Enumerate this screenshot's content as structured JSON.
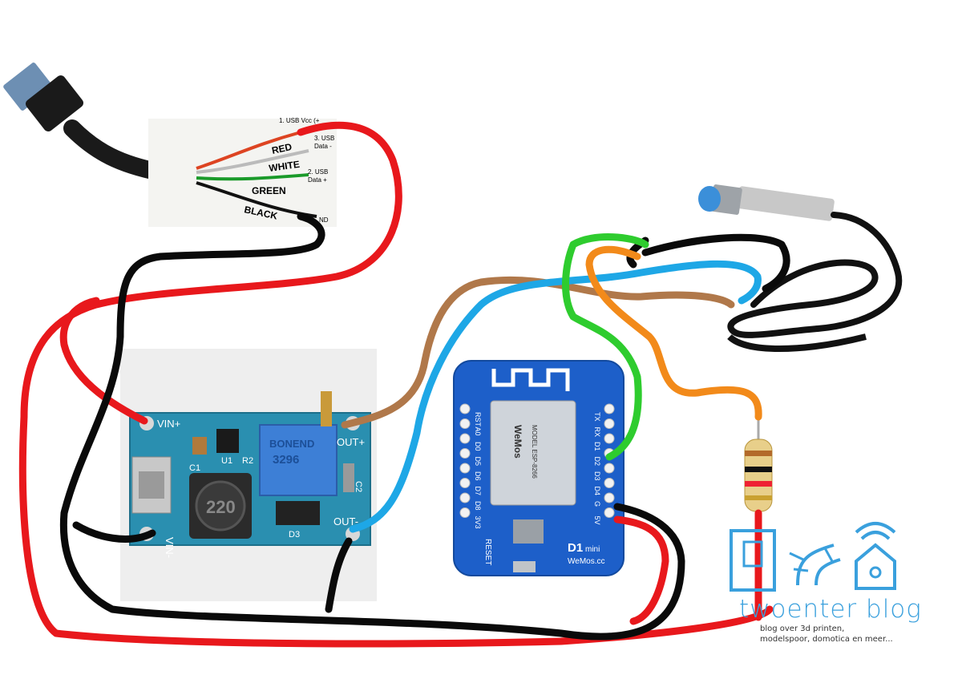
{
  "usb_labels": {
    "pin1": "1. USB Vcc (+",
    "pin3": "3. USB",
    "pin3b": "Data -",
    "pin2": "2. USB",
    "pin2b": "Data +",
    "gnd": "ND",
    "red": "RED",
    "white": "WHITE",
    "green": "GREEN",
    "black": "BLACK"
  },
  "boost": {
    "vin_plus": "VIN+",
    "vin_minus": "VIN-",
    "out_plus": "OUT+",
    "out_minus": "OUT-",
    "c1": "C1",
    "u1": "U1",
    "r2": "R2",
    "c2": "C2",
    "d3": "D3",
    "inductor": "220",
    "pot_brand": "BONEND",
    "pot_model": "3296"
  },
  "wemos": {
    "left_pins": [
      "RST",
      "A0",
      "D0",
      "D5",
      "D6",
      "D7",
      "D8",
      "3V3"
    ],
    "right_pins": [
      "TX",
      "RX",
      "D1",
      "D2",
      "D3",
      "D4",
      "G",
      "5V"
    ],
    "module_model": "MODEL ESP-8266",
    "module_brand": "WeMos",
    "board_name": "D1",
    "board_sub": "mini",
    "site": "WeMos.cc",
    "reset": "RESET"
  },
  "blog": {
    "title": "twoenter blog",
    "subtitle": "blog over 3d printen, modelspoor, domotica en meer..."
  },
  "colors": {
    "red": "#e8181c",
    "black": "#0a0a0a",
    "blue": "#1ea7e6",
    "brown": "#b0784a",
    "green": "#2ecc2e",
    "orange": "#f28a1a",
    "board_blue": "#1d5fc9",
    "boost_blue": "#2a8fb0",
    "blog_blue": "#3aa0dd"
  }
}
